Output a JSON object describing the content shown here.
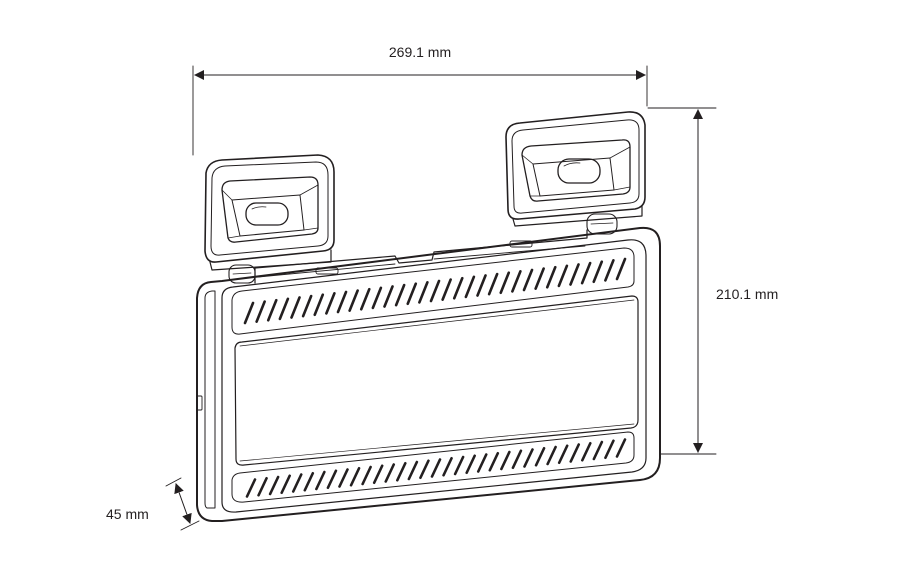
{
  "dimensions": {
    "width": "269.1 mm",
    "height": "210.1 mm",
    "depth": "45 mm"
  },
  "colors": {
    "line": "#231f20",
    "background": "#ffffff"
  }
}
